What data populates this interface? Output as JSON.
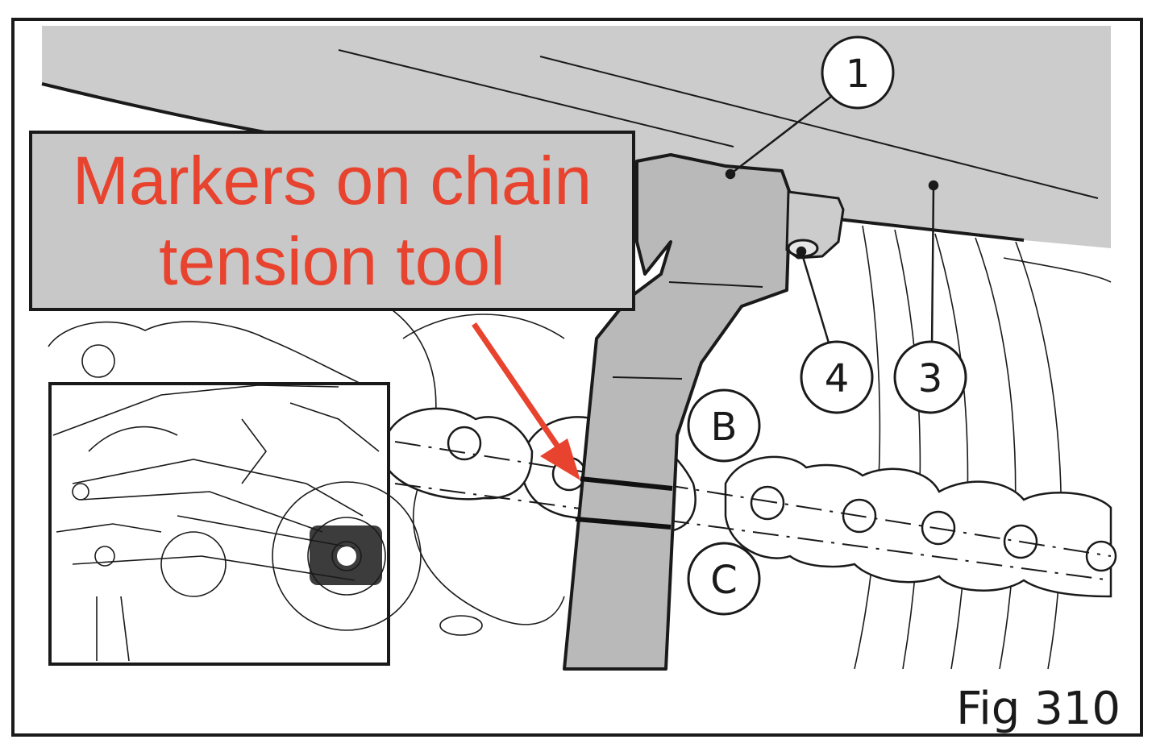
{
  "figure": {
    "annotation_lines": [
      "Markers on chain",
      "tension tool"
    ],
    "figure_label": "Fig 310",
    "callouts": [
      "1",
      "3",
      "4",
      "B",
      "C"
    ]
  },
  "colors": {
    "annotation_text": "#e8432e",
    "annotation_box": "#c8c8c8",
    "frame_panel": "#cccccc",
    "tool": "#b9b9b9",
    "arrow": "#e8432e",
    "ink": "#1a1a1a"
  }
}
